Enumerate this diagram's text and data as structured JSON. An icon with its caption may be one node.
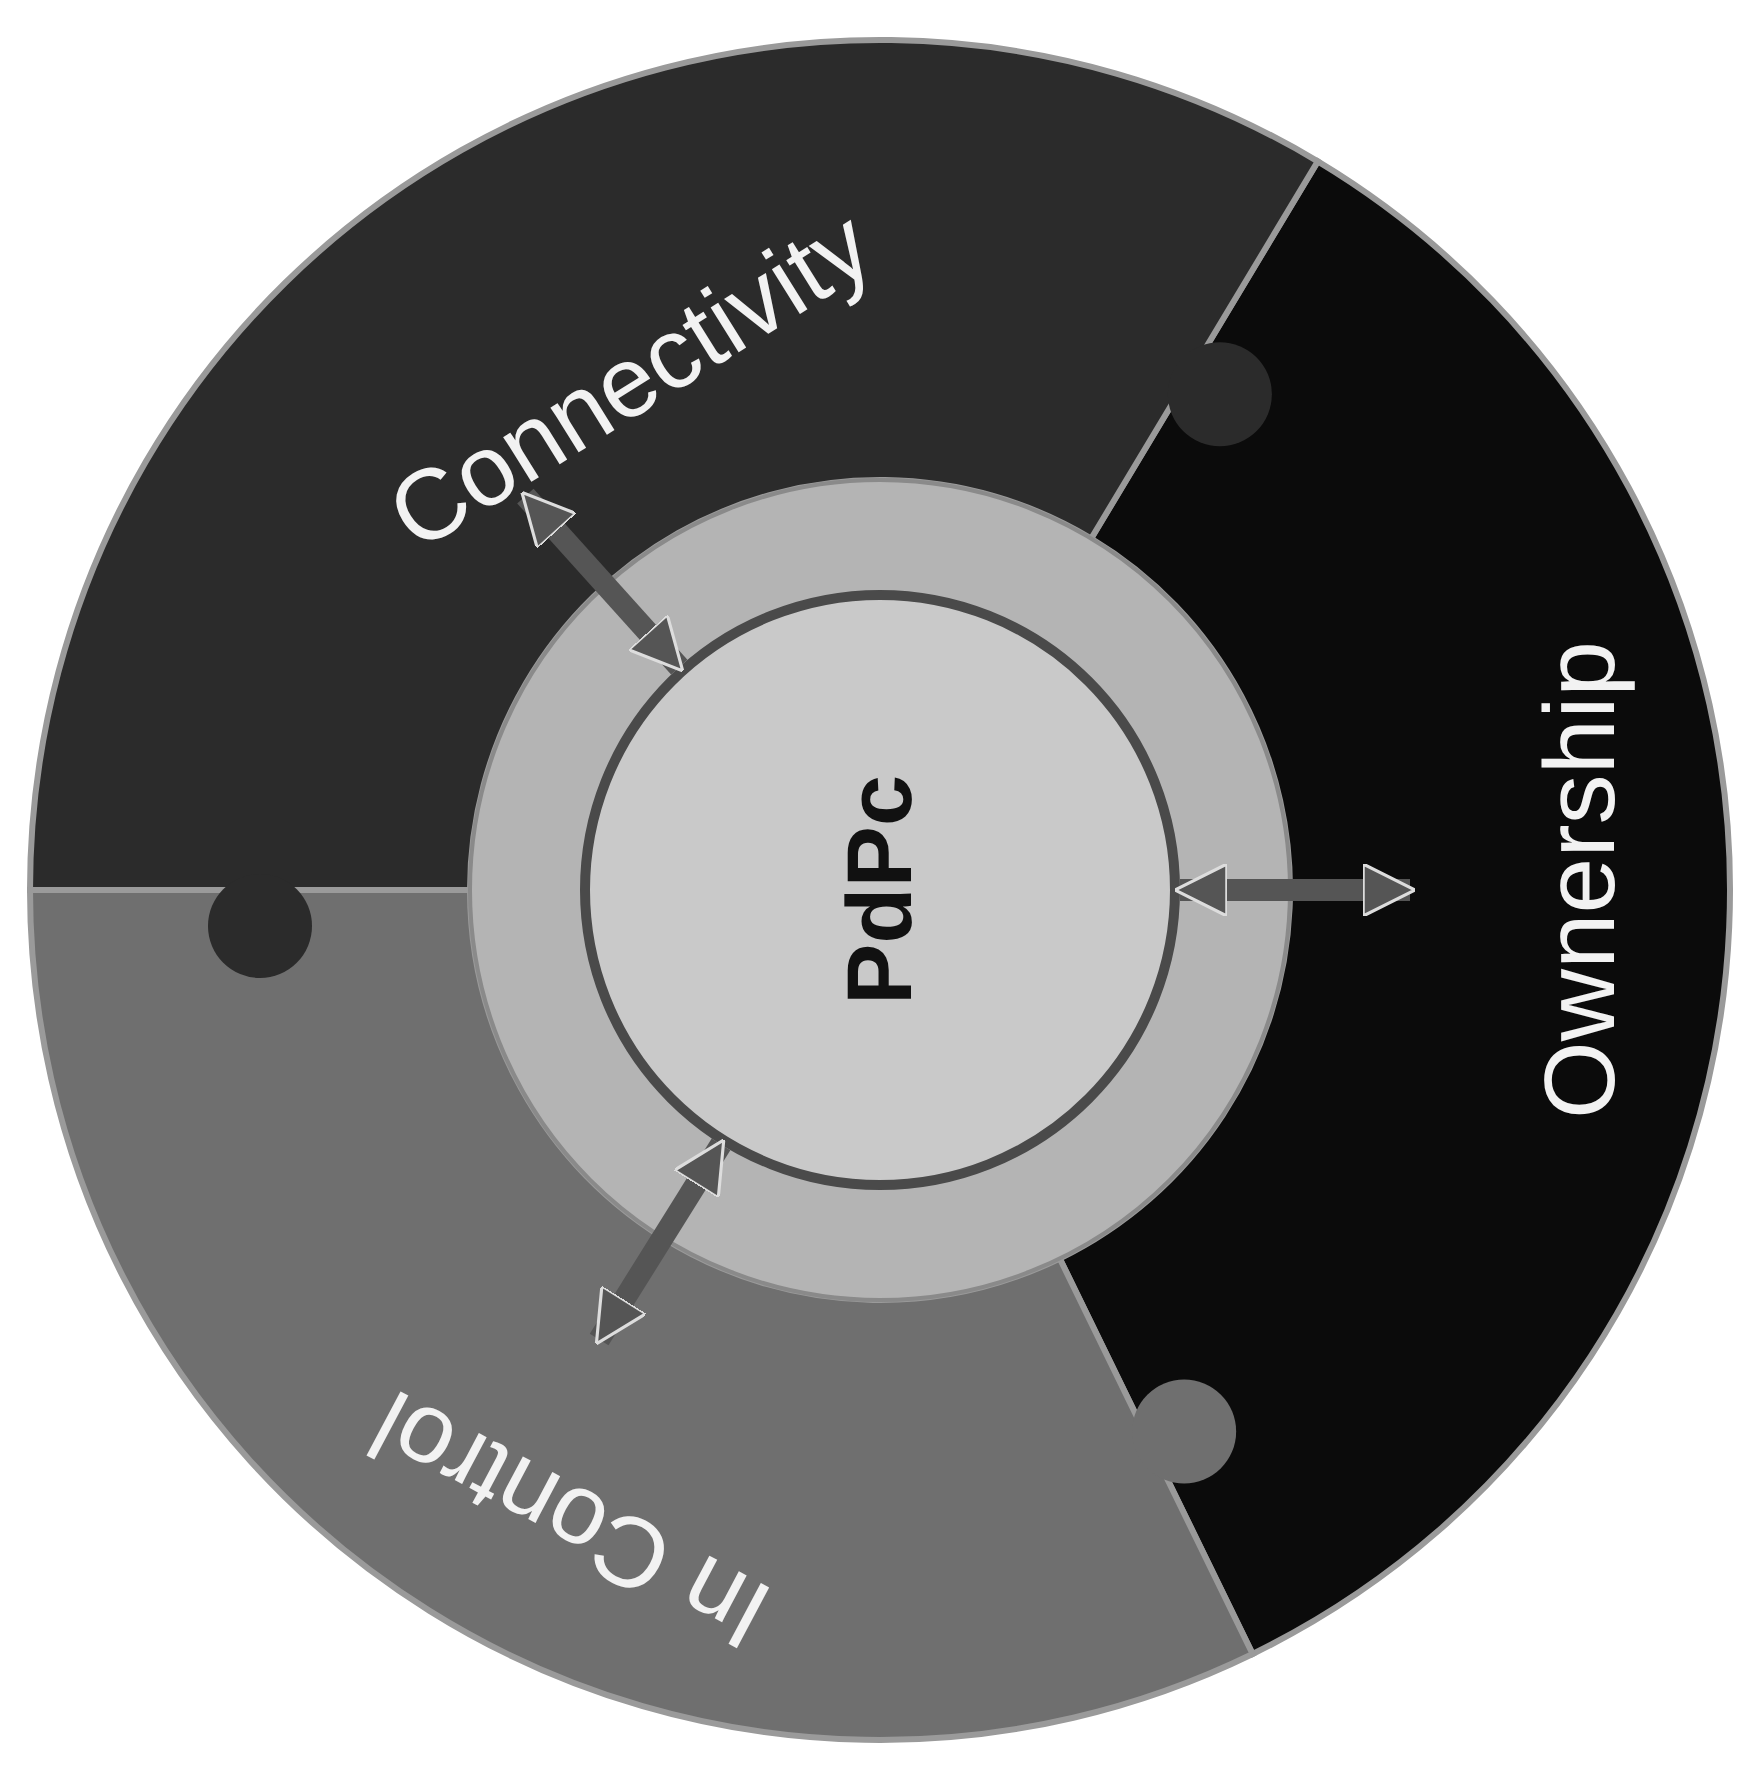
{
  "diagram": {
    "nodes": [
      {
        "text": [
          "PdPc"
        ]
      },
      {
        "text": [
          "Connectivity"
        ]
      },
      {
        "text": [
          "Ownership"
        ]
      },
      {
        "text": [
          "In Control"
        ]
      }
    ],
    "edges": [
      {
        "from": 0,
        "to": 1,
        "arrow": "both"
      },
      {
        "from": 0,
        "to": 2,
        "arrow": "both"
      },
      {
        "from": 0,
        "to": 3,
        "arrow": "both"
      }
    ]
  }
}
